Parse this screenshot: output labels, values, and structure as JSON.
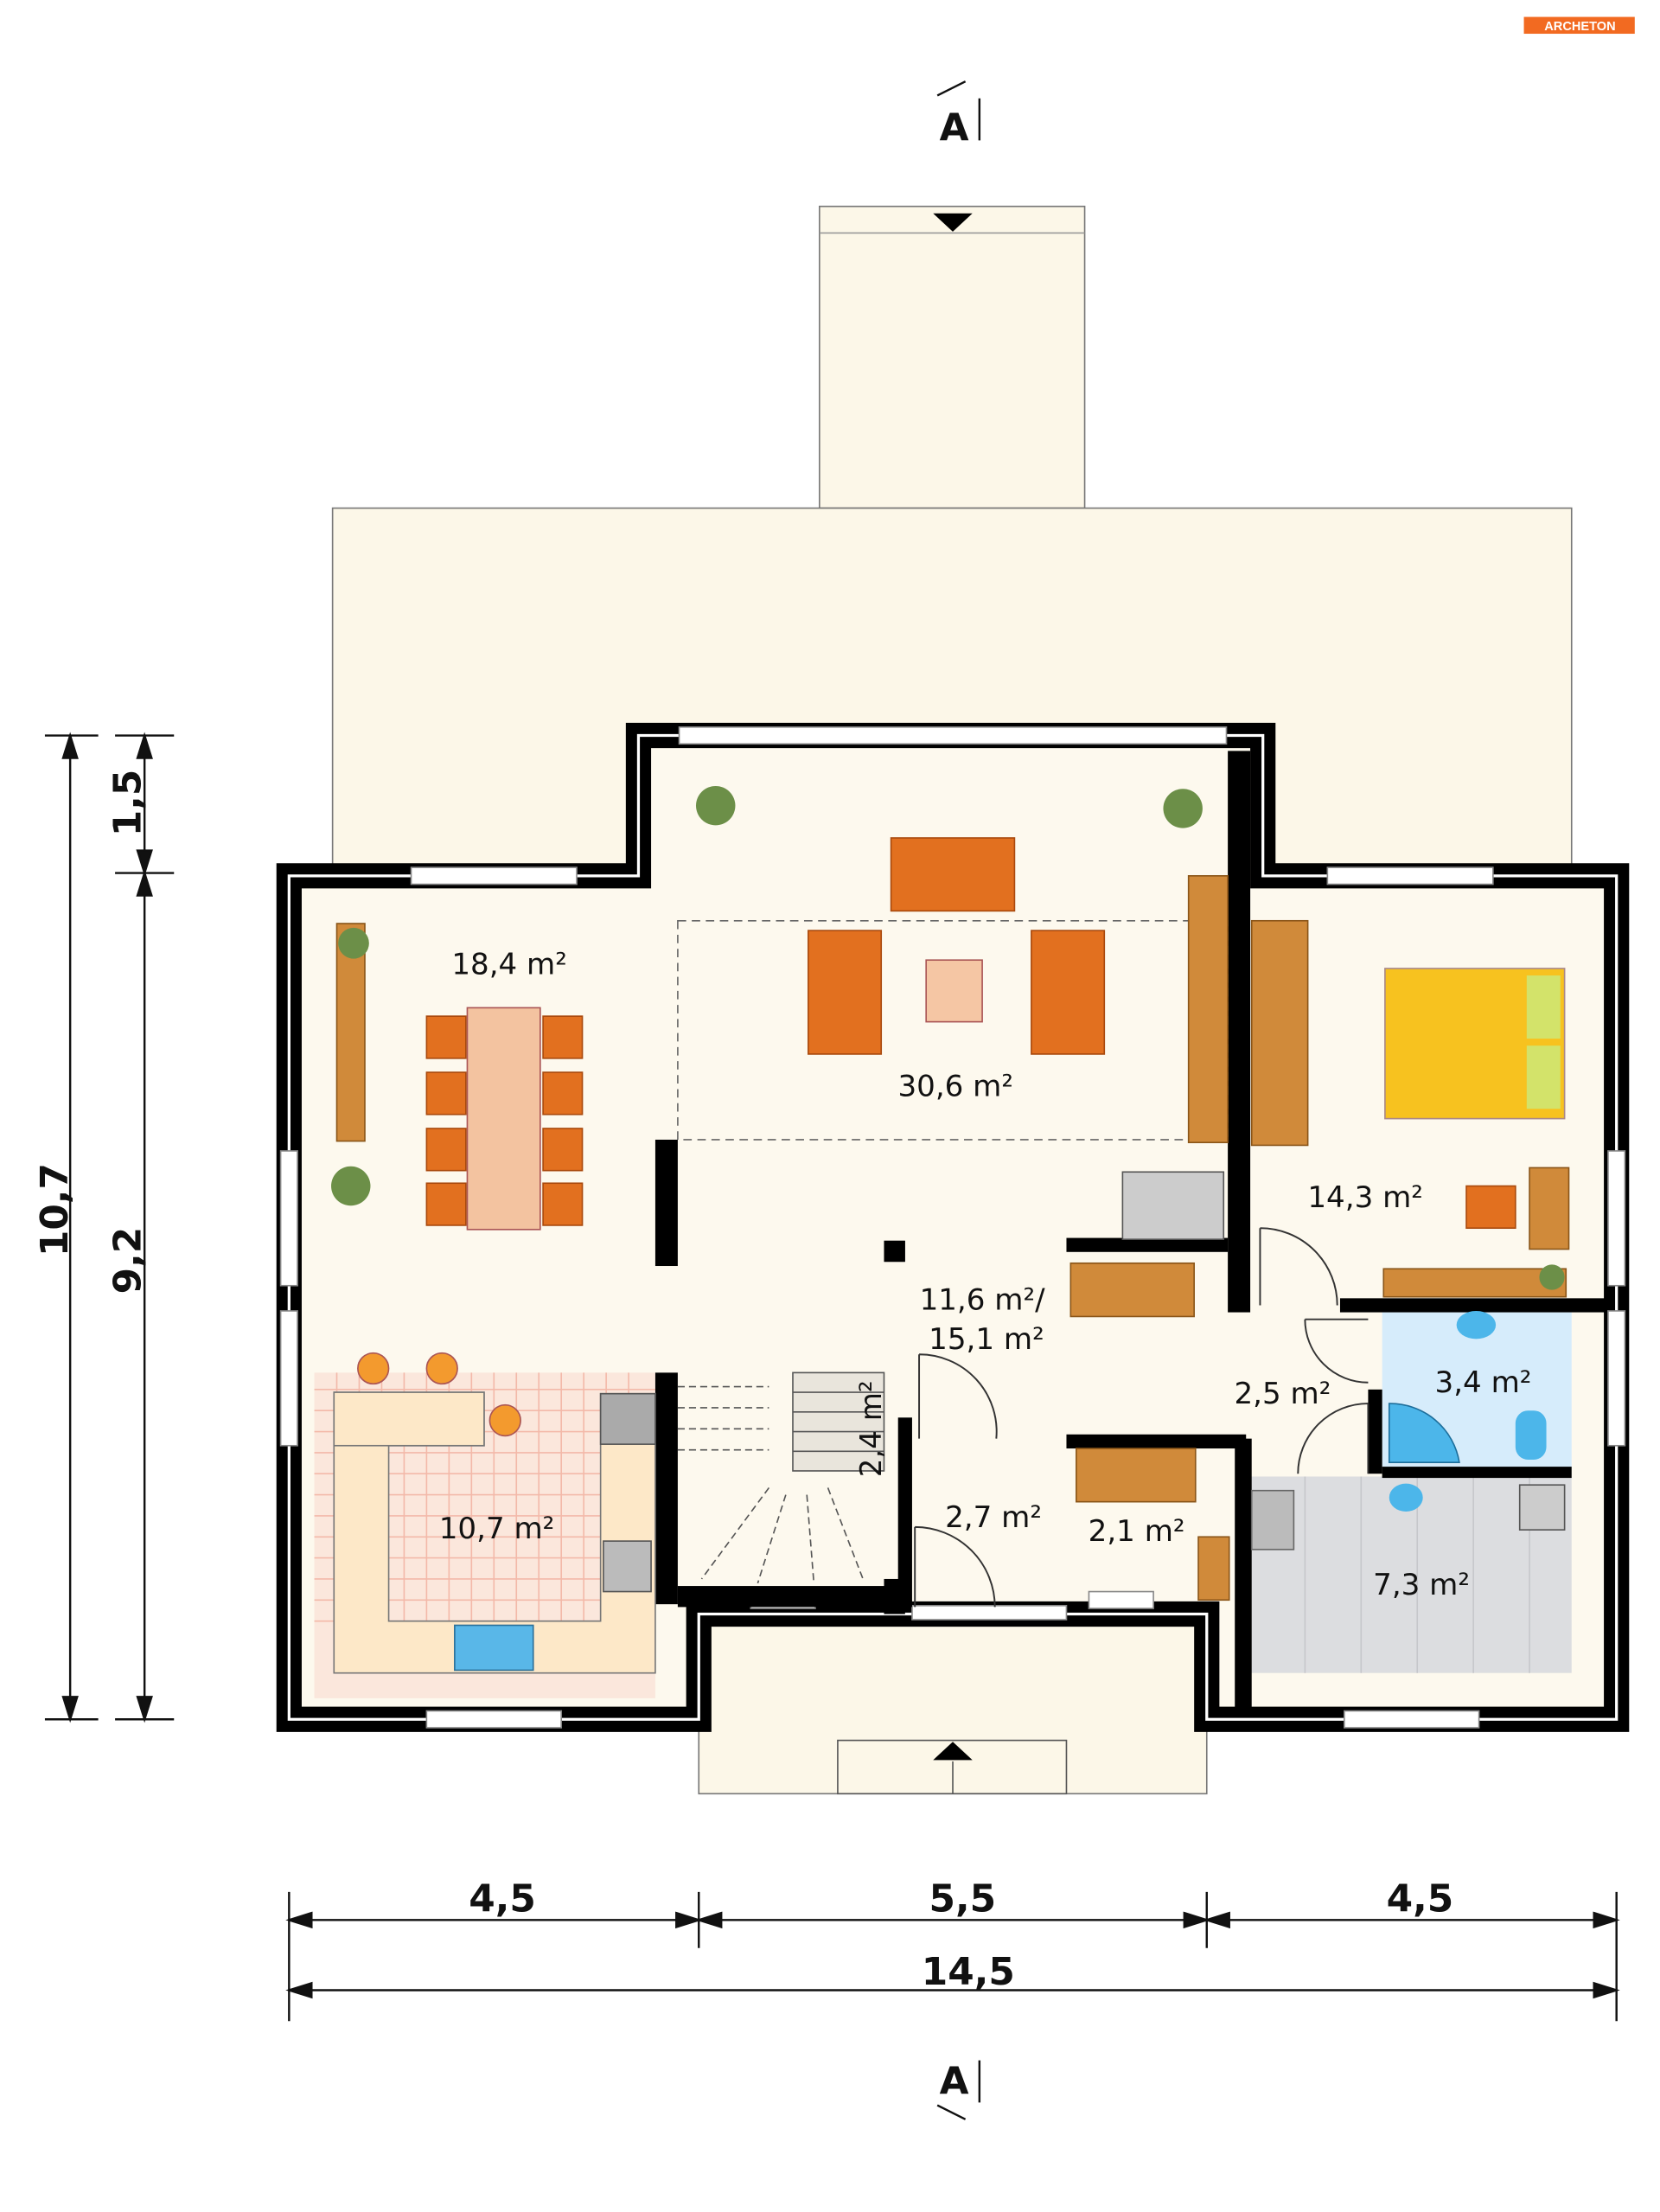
{
  "logo": {
    "text": "ARCHETON",
    "color": "#f26a21"
  },
  "section_marker": {
    "top": "A",
    "bottom": "A"
  },
  "rooms": {
    "dining": "18,4 m²",
    "living": "30,6 m²",
    "bedroom": "14,3 m²",
    "hall_line1": "11,6 m²/",
    "hall_line2": "15,1 m²",
    "corridor": "2,5 m²",
    "bathroom": "3,4 m²",
    "kitchen": "10,7 m²",
    "stair_storage": "2,4 m²",
    "vestibule": "2,7 m²",
    "pantry": "2,1 m²",
    "utility": "7,3 m²"
  },
  "dimensions": {
    "left_total": "10,7",
    "left_top": "1,5",
    "left_bottom": "9,2",
    "bottom_left": "4,5",
    "bottom_mid": "5,5",
    "bottom_right": "4,5",
    "bottom_total": "14,5"
  },
  "colors": {
    "wall": "#000000",
    "floor": "#fdf9ee",
    "terrace": "#fcf7e8",
    "furniture": "#e2701f",
    "bath_tile": "#d6ecfb",
    "utility_floor": "#dcdde0",
    "kitchen_tile": "#f3b9a9"
  }
}
